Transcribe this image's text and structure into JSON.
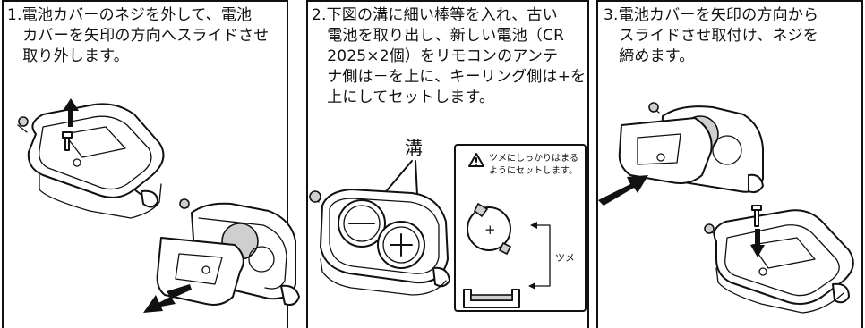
{
  "steps": [
    {
      "lines": [
        "1.電池カバーのネジを外して、電池",
        "　カバーを矢印の方向へスライドさせ",
        "　取り外します。"
      ]
    },
    {
      "lines": [
        "2.下図の溝に細い棒等を入れ、古い",
        "　電池を取り出し、新しい電池（CR",
        "　2025×2個）をリモコンのアンテ",
        "　ナ側は－を上に、キーリング側は+を",
        "　上にしてセットします。"
      ],
      "groove_label": "溝",
      "note_lines": [
        "ツメにしっかりはまる",
        "ようにセットします。"
      ],
      "claw_label": "ツメ",
      "minus_symbol": "−",
      "plus_symbol": "+"
    },
    {
      "lines": [
        "3.電池カバーを矢印の方向から",
        "　スライドさせ取付け、ネジを",
        "　締めます。"
      ]
    }
  ]
}
